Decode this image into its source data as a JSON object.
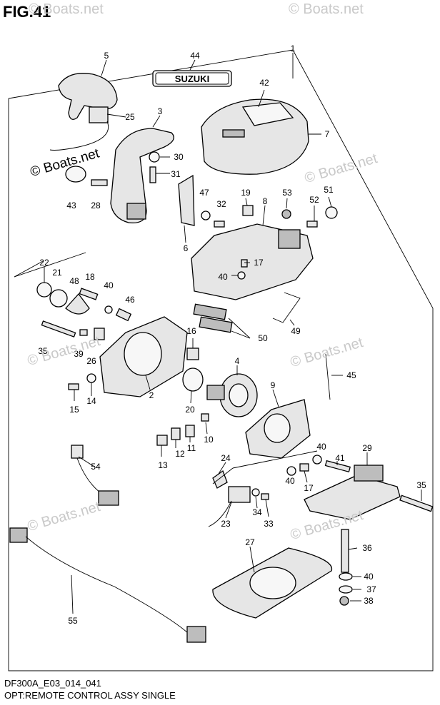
{
  "figure": {
    "title": "FIG.41",
    "code": "DF300A_E03_014_041",
    "caption": "OPT:REMOTE CONTROL ASSY SINGLE"
  },
  "watermarks": {
    "light": "© Boats.net",
    "dark": "© Boats.net"
  },
  "emblem_text": "SUZUKI",
  "callouts": [
    {
      "id": "c1",
      "num": "1"
    },
    {
      "id": "c2",
      "num": "2"
    },
    {
      "id": "c3",
      "num": "3"
    },
    {
      "id": "c4",
      "num": "4"
    },
    {
      "id": "c5",
      "num": "5"
    },
    {
      "id": "c6",
      "num": "6"
    },
    {
      "id": "c7",
      "num": "7"
    },
    {
      "id": "c8",
      "num": "8"
    },
    {
      "id": "c9",
      "num": "9"
    },
    {
      "id": "c10",
      "num": "10"
    },
    {
      "id": "c11",
      "num": "11"
    },
    {
      "id": "c12",
      "num": "12"
    },
    {
      "id": "c13",
      "num": "13"
    },
    {
      "id": "c14",
      "num": "14"
    },
    {
      "id": "c15",
      "num": "15"
    },
    {
      "id": "c16",
      "num": "16"
    },
    {
      "id": "c17a",
      "num": "17"
    },
    {
      "id": "c17b",
      "num": "17"
    },
    {
      "id": "c18",
      "num": "18"
    },
    {
      "id": "c19",
      "num": "19"
    },
    {
      "id": "c20",
      "num": "20"
    },
    {
      "id": "c21",
      "num": "21"
    },
    {
      "id": "c22",
      "num": "22"
    },
    {
      "id": "c23",
      "num": "23"
    },
    {
      "id": "c24",
      "num": "24"
    },
    {
      "id": "c25",
      "num": "25"
    },
    {
      "id": "c26",
      "num": "26"
    },
    {
      "id": "c27",
      "num": "27"
    },
    {
      "id": "c28",
      "num": "28"
    },
    {
      "id": "c29",
      "num": "29"
    },
    {
      "id": "c30",
      "num": "30"
    },
    {
      "id": "c31",
      "num": "31"
    },
    {
      "id": "c32",
      "num": "32"
    },
    {
      "id": "c33",
      "num": "33"
    },
    {
      "id": "c34",
      "num": "34"
    },
    {
      "id": "c35a",
      "num": "35"
    },
    {
      "id": "c35b",
      "num": "35"
    },
    {
      "id": "c36",
      "num": "36"
    },
    {
      "id": "c37",
      "num": "37"
    },
    {
      "id": "c38",
      "num": "38"
    },
    {
      "id": "c39",
      "num": "39"
    },
    {
      "id": "c40a",
      "num": "40"
    },
    {
      "id": "c40b",
      "num": "40"
    },
    {
      "id": "c40c",
      "num": "40"
    },
    {
      "id": "c40d",
      "num": "40"
    },
    {
      "id": "c40e",
      "num": "40"
    },
    {
      "id": "c41",
      "num": "41"
    },
    {
      "id": "c42",
      "num": "42"
    },
    {
      "id": "c43",
      "num": "43"
    },
    {
      "id": "c44",
      "num": "44"
    },
    {
      "id": "c45",
      "num": "45"
    },
    {
      "id": "c46",
      "num": "46"
    },
    {
      "id": "c47",
      "num": "47"
    },
    {
      "id": "c48",
      "num": "48"
    },
    {
      "id": "c49",
      "num": "49"
    },
    {
      "id": "c50",
      "num": "50"
    },
    {
      "id": "c51",
      "num": "51"
    },
    {
      "id": "c52",
      "num": "52"
    },
    {
      "id": "c53",
      "num": "53"
    },
    {
      "id": "c54",
      "num": "54"
    },
    {
      "id": "c55",
      "num": "55"
    }
  ]
}
